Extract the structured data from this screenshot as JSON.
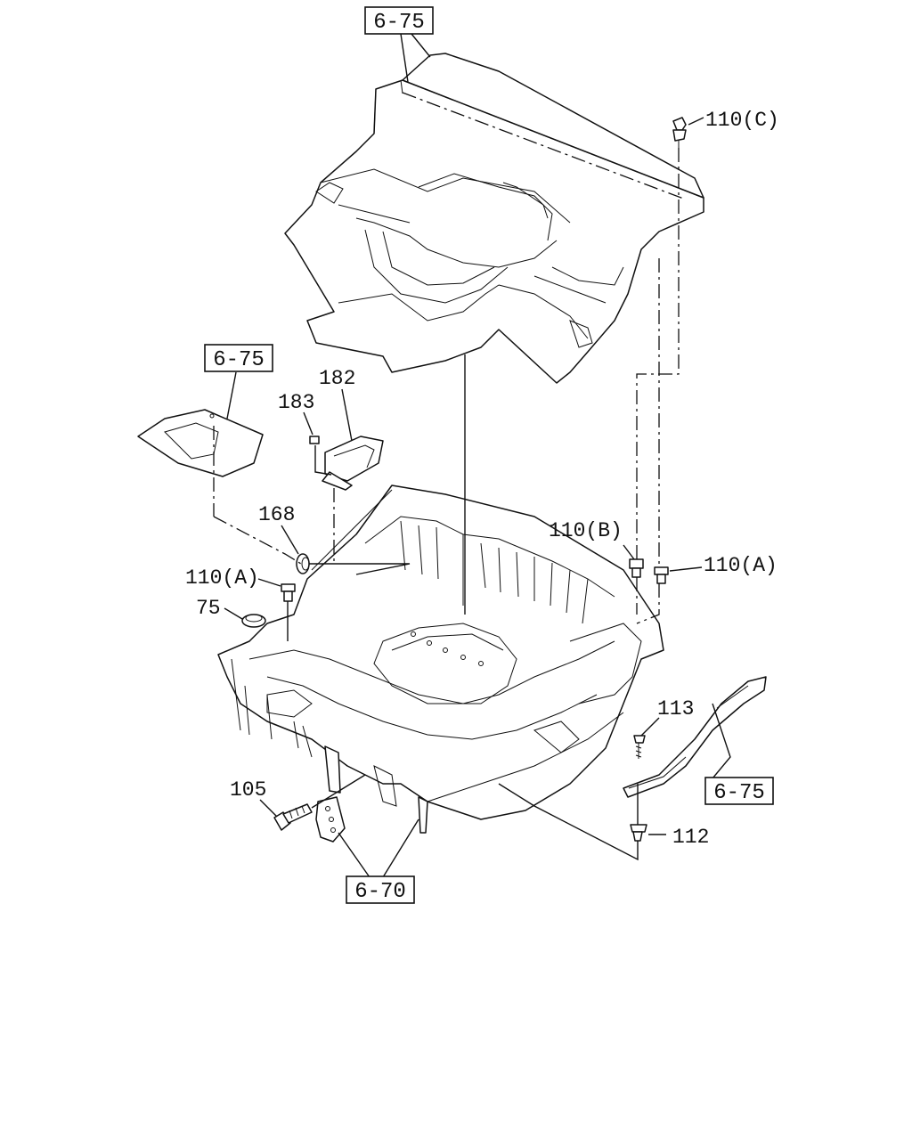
{
  "references": {
    "top": "6-75",
    "left": "6-75",
    "right": "6-75",
    "bottom": "6-70"
  },
  "callouts": {
    "p110c": "110(C)",
    "p182": "182",
    "p183": "183",
    "p168": "168",
    "p110b": "110(B)",
    "p110a_left": "110(A)",
    "p110a_right": "110(A)",
    "p75": "75",
    "p113": "113",
    "p105": "105",
    "p112": "112"
  }
}
